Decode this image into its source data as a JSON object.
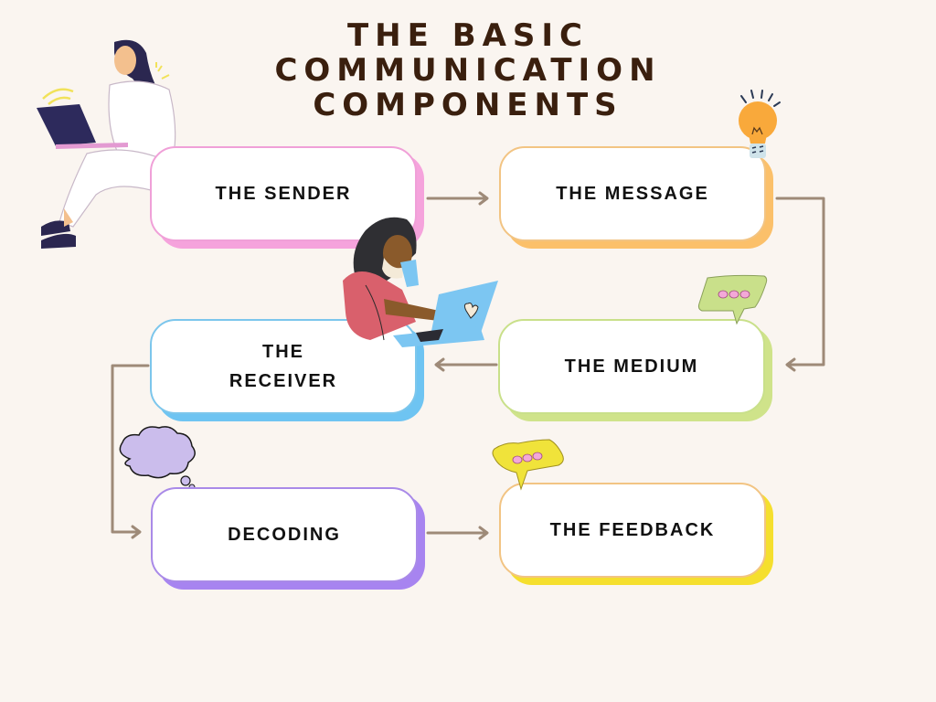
{
  "title": {
    "lines": [
      "THE BASIC",
      "COMMUNICATION",
      "COMPONENTS"
    ],
    "color": "#3a1f0e"
  },
  "nodes": [
    {
      "id": "sender",
      "label": "THE SENDER",
      "border": "#f0a0d8",
      "shadow": "#f5a3dc"
    },
    {
      "id": "message",
      "label": "THE MESSAGE",
      "border": "#f2c483",
      "shadow": "#fbc06a"
    },
    {
      "id": "receiver",
      "label_lines": [
        "THE",
        "RECEIVER"
      ],
      "border": "#7cc6ec",
      "shadow": "#6ec4f2"
    },
    {
      "id": "medium",
      "label": "THE MEDIUM",
      "border": "#c9e08a",
      "shadow": "#cfe38a"
    },
    {
      "id": "decoding",
      "label": "DECODING",
      "border": "#a98ae8",
      "shadow": "#a784f0"
    },
    {
      "id": "feedback",
      "label": "THE FEEDBACK",
      "border": "#f2c483",
      "shadow": "#f5df2e"
    }
  ],
  "flow": [
    "sender",
    "message",
    "medium",
    "receiver",
    "decoding",
    "feedback"
  ],
  "connector_color": "#9e8a78",
  "decorations": [
    "woman-with-laptop-illustration",
    "lightbulb-icon",
    "woman-drinking-with-laptop-illustration",
    "green-speech-bubble-icon",
    "thought-cloud-icon",
    "yellow-speech-bubble-icon"
  ]
}
